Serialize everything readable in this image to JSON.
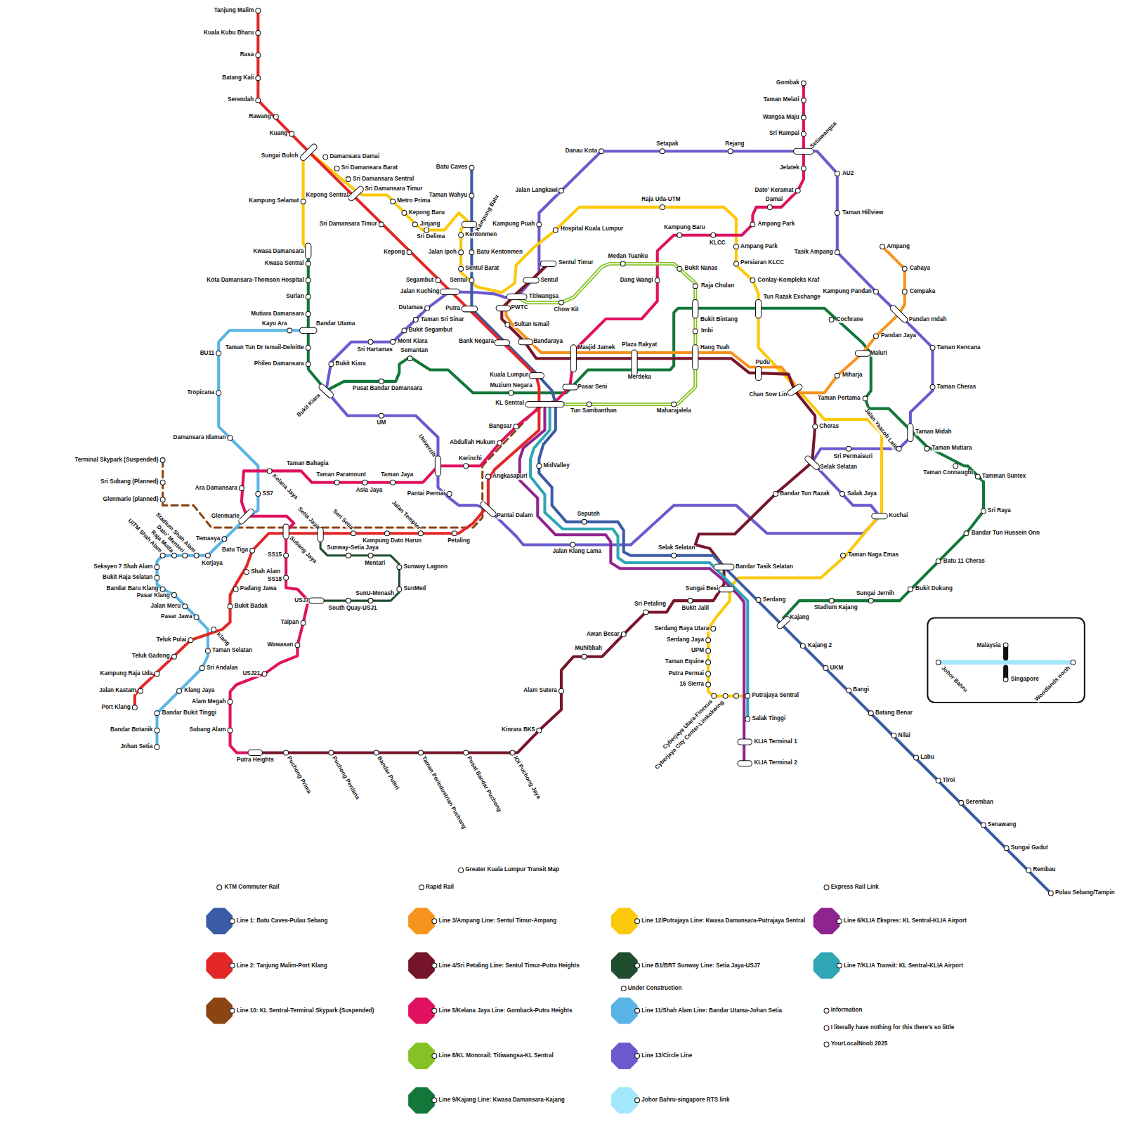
{
  "diagram": {
    "title": "Greater Kuala Lumpur Transit Map",
    "labels": [
      "Tanjung Malim",
      "Kuala Kubu Bharu",
      "Rasa",
      "Batang Kali",
      "Serendah",
      "Rawang",
      "Kuang",
      "Sungai Buloh",
      "Kepong Sentral",
      "Sri Damansara Timur",
      "Kepong",
      "Segambut",
      "Putra",
      "Bank Negara",
      "Kuala Lumpur",
      "KL Sentral",
      "Angkasapuri",
      "Pantai Dalam",
      "Petaling",
      "Jalan Templer",
      "Kampung Dato Harun",
      "Seri Setia",
      "Setia Jaya",
      "Subang Jaya",
      "Batu Tiga",
      "Shah Alam",
      "Padang Jawa",
      "Bukit Badak",
      "Klang",
      "Teluk Pulai",
      "Teluk Gadong",
      "Kampung Raja Uda",
      "Jalan Kastam",
      "Port Klang",
      "Batu Caves",
      "Taman Wahyu",
      "Kampung Batu",
      "Batu Kentonmen",
      "Sentul",
      "MidValley",
      "Seputeh",
      "Selak Selatan",
      "Bandar Tasik Selatan",
      "Serdang",
      "Kajang",
      "Kajang 2",
      "UKM",
      "Bangi",
      "Batang Benar",
      "Nilai",
      "Labu",
      "Tiroi",
      "Seremban",
      "Senawang",
      "Sungai Gadut",
      "Rembau",
      "Pulau Sebang/Tampin",
      "Sentul Timur",
      "Sentul",
      "Titiwangsa",
      "PWTC",
      "Sultan Ismail",
      "Bandaraya",
      "Masjid Jamek",
      "Plaza Rakyat",
      "Hang Tuah",
      "Pudu",
      "Chan Sow Lin",
      "Cheras",
      "Selak Selatan",
      "Bandar Tun Razak",
      "Sungai Besi",
      "Bukit Jalil",
      "Sri Petaling",
      "Awan Besar",
      "Muhibbah",
      "Alam Sutera",
      "Kinrara BK5",
      "IOI Puchong Jaya",
      "Pusat Bandar Puchong",
      "Taman Perindustrian Puchong",
      "Bandar Puteri",
      "Puchong Perdana",
      "Puchong Prima",
      "Putra Heights",
      "Miharja",
      "Maluri",
      "Pandan Jaya",
      "Pandan Indah",
      "Cempaka",
      "Cahaya",
      "Ampang",
      "Gombak",
      "Taman Melati",
      "Wangsa Maju",
      "Sri Rampai",
      "Setiawangsa",
      "Jelatek",
      "Dato' Keramat",
      "Damai",
      "Ampang Park",
      "KLCC",
      "Kampung Baru",
      "Dang Wangi",
      "Pasar Seni",
      "Bangsar",
      "Abdullah Hukum",
      "Kerinchi",
      "Universiti",
      "Taman Jaya",
      "Asia Jaya",
      "Taman Paramount",
      "Taman Bahagia",
      "Kelana Jaya",
      "Ara Damansara",
      "Glenmarie",
      "SS15",
      "SS18",
      "USJ7",
      "Taipan",
      "Wawasan",
      "USJ21",
      "Alam Megah",
      "Subang Alam",
      "Kwasa Damansara",
      "Kwasa Sentral",
      "Kota Damansara-Thomson Hospital",
      "Surian",
      "Mutiara Damansara",
      "Bandar Utama",
      "Taman Tun Dr Ismail-Deloitte",
      "Phileo Damansara",
      "Bukit Kiara",
      "Pusat Bandar Damansara",
      "Semantan",
      "Muzium Negara",
      "Merdeka",
      "Bukit Bintang",
      "Tun Razak Exchange",
      "Cochrane",
      "Taman Pertama",
      "Jalan Yaacob Latif",
      "Taman Midah",
      "Taman Mutiara",
      "Taman Connaught",
      "Tamman Suntex",
      "Sri Raya",
      "Bandar Tun Hussein Onn",
      "Batu 11 Cheras",
      "Bukit Dukung",
      "Sungai Jernih",
      "Stadium Kajang",
      "Damansara Damai",
      "Sri Damansara Barat",
      "Sri Damansara Sentral",
      "Sri Damansara Timur",
      "Kampung Selamat",
      "Metro Prima",
      "Kepong Baru",
      "Jinjang",
      "Sri Delima",
      "Kentonmen",
      "Jalan Ipoh",
      "Sentul Barat",
      "Hospital Kuala Lumpur",
      "Raja Uda-UTM",
      "Ampang Park",
      "Persiaran KLCC",
      "Conlay-Kompleks Kraf",
      "Kuchai",
      "Taman Naga Emas",
      "Serdang Raya Utara",
      "Serdang Jaya",
      "UPM",
      "Taman Equine",
      "Putra Permai",
      "16 Sierra",
      "Cyberjaya Utara-Finexus",
      "Cyberjaya City Center-Limkokwing",
      "Danau Kota",
      "Setapak",
      "Rejang",
      "AU2",
      "Taman Hillview",
      "Tasik Ampang",
      "Kampung Pandan",
      "Taman Kencana",
      "Taman Cheras",
      "Sri Permaisuri",
      "Salak Jaya",
      "Jalan Klang Lama",
      "Pantai Permai",
      "UM",
      "Bukit Kiara",
      "Sri Hartamas",
      "Mont Kiara",
      "Bukit Segambut",
      "Taman Sri Sinar",
      "Dutamas",
      "Jalan Kuching",
      "Jalan Langkawi",
      "Kampung Puah",
      "Chow Kit",
      "Medan Tuanku",
      "Bukit Nanas",
      "Raja Chulan",
      "Imbi",
      "Maharajalela",
      "Tun Sambanthan",
      "Kayu Ara",
      "BU11",
      "Tropicana",
      "Damansara Idaman",
      "SS7",
      "Temasya",
      "Kerjaya",
      "Stadium Shah Alam",
      "Dato' Menteri",
      "Raja Muda",
      "UITM Shah Alam",
      "Seksyen 7 Shah Alam",
      "Bukit Raja Selatan",
      "Bandar Baru Klang",
      "Pasar Klang",
      "Jalan Meru",
      "Pasar Jawa",
      "Taman Selatan",
      "Sri Andalas",
      "Klang Jaya",
      "Bandar Bukit Tinggi",
      "Bandar Botanik",
      "Johan Setia",
      "Terminal Skypark (Suspended)",
      "Sri Subang (Planned)",
      "Glenmarie (planned)",
      "Sunway-Setia Jaya",
      "Mentari",
      "Sunway Lagoon",
      "SunMed",
      "SunU-Monash",
      "South Quay-USJ1",
      "Putrajaya Sentral",
      "Salak Tinggi",
      "KLIA Terminal 1",
      "KLIA Terminal 2",
      "KTM Commuter Rail",
      "Rapid Rail",
      "Express Rail Link",
      "Under Construction",
      "Information",
      "I literally have nothing for this there's so little",
      "YourLocalNoob 2025",
      "Malaysia",
      "Singapore",
      "Johor Bahru",
      "Woodlands north"
    ],
    "legend": [
      {
        "text": "Line 1: Batu Caves-Pulau Sebang",
        "color": "#3b5ba5"
      },
      {
        "text": "Line 2: Tanjung Malim-Port Klang",
        "color": "#e32726"
      },
      {
        "text": "Line 10: KL Sentral-Terminal Skypark (Suspended)",
        "color": "#8b4513"
      },
      {
        "text": "Line 3/Ampang Line: Sentul Timur-Ampang",
        "color": "#f7941d"
      },
      {
        "text": "Line 4/Sri Petaling Line: Sentul Timur-Putra Heights",
        "color": "#76152a"
      },
      {
        "text": "Line 5/Kelana Jaya Line: Gomback-Putra Heights",
        "color": "#e0115f"
      },
      {
        "text": "Line 8/KL Monorail: Titiwangsa-KL Sentral",
        "color": "#84c225"
      },
      {
        "text": "Line 9/Kajang Line: Kwasa Damansara-Kajang",
        "color": "#13773a"
      },
      {
        "text": "Line 12/Putrajaya Line: Kwasa Damansara-Putrajaya Sentral",
        "color": "#fcc80a"
      },
      {
        "text": "Line B1/BRT Sunway Line: Setia Jaya-USJ7",
        "color": "#1f4d2e"
      },
      {
        "text": "Line 11/Shah Alam Line: Bandar Utama-Johan Setia",
        "color": "#5ab4e5"
      },
      {
        "text": "Line 13/Circle Line",
        "color": "#6a5acd"
      },
      {
        "text": "Johor Bahru-singapore RTS link",
        "color": "#a2e8fa"
      },
      {
        "text": "Line 6/KLIA Ekspres: KL Sentral-KLIA Airport",
        "color": "#8e248f"
      },
      {
        "text": "Line 7/KLIA Transit: KL Sentral-KLIA Airport",
        "color": "#30a6b4"
      }
    ]
  }
}
